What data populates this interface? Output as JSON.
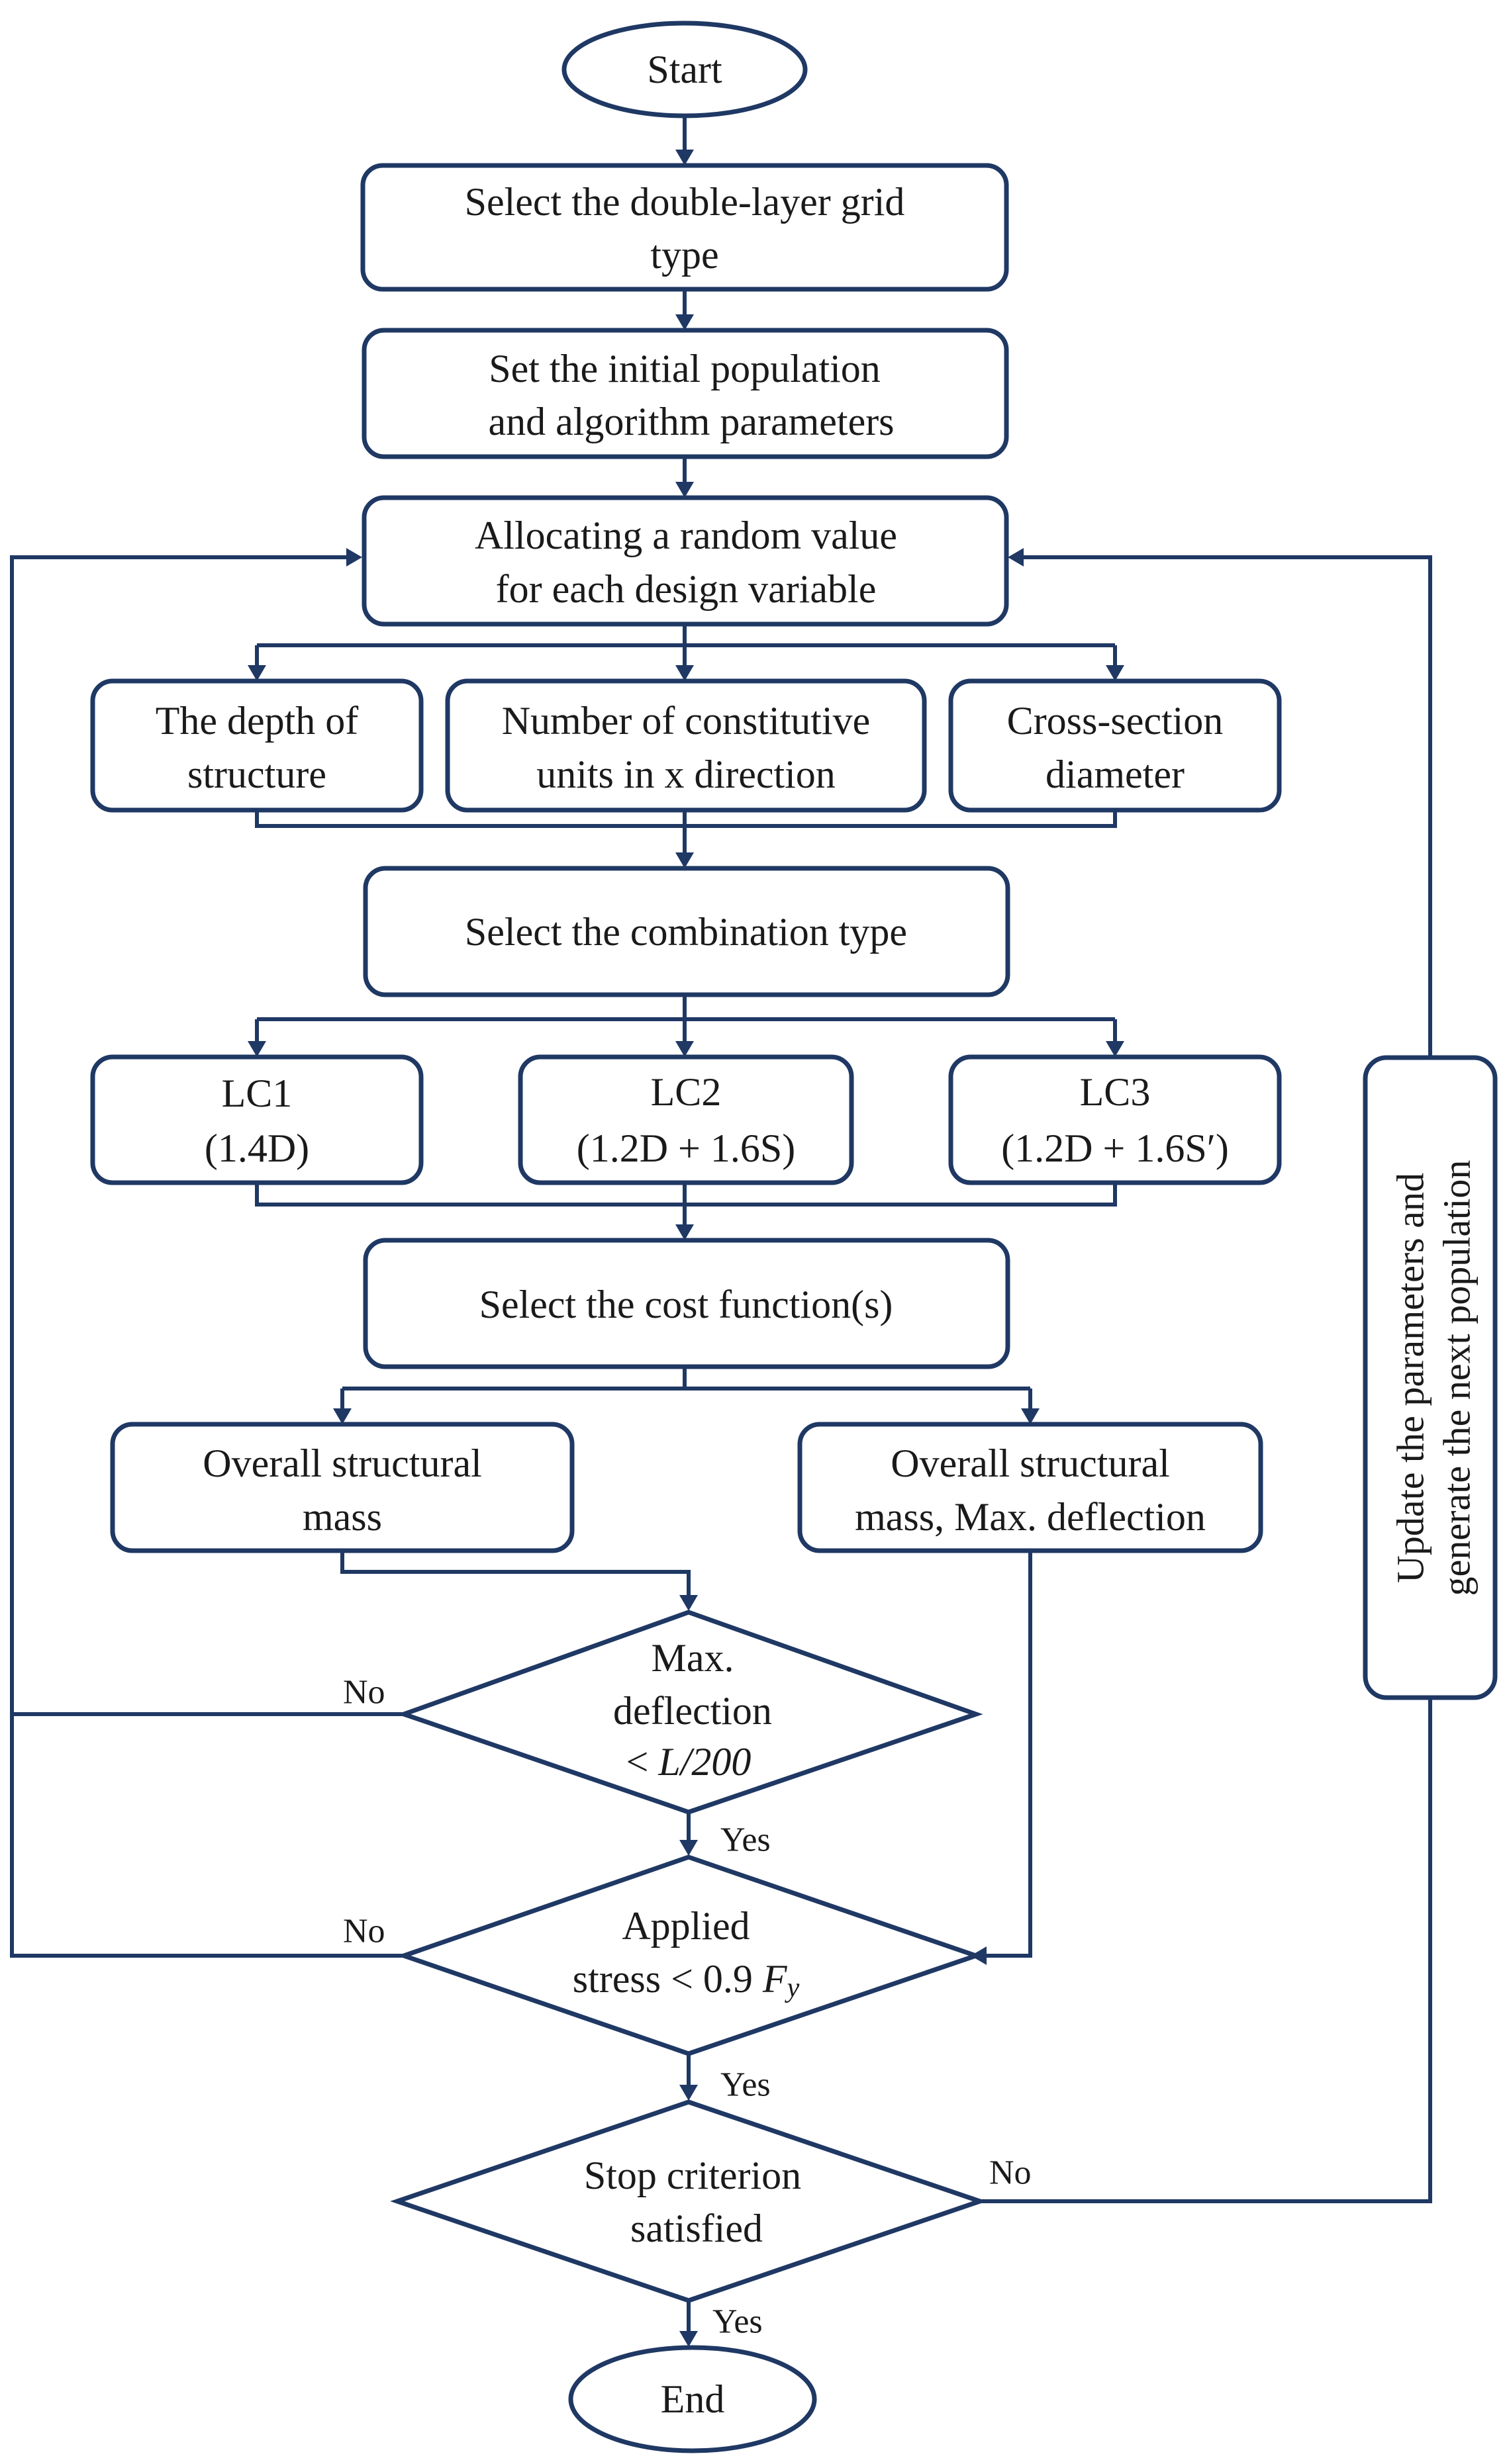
{
  "nodes": {
    "start": {
      "line1": "Start"
    },
    "select_grid": {
      "line1": "Select the double-layer grid",
      "line2": "type"
    },
    "set_population": {
      "line1": "Set the initial population",
      "line2": "and algorithm parameters"
    },
    "allocate": {
      "line1": "Allocating a random value",
      "line2": "for each design variable"
    },
    "depth": {
      "line1": "The depth of",
      "line2": "structure"
    },
    "units": {
      "line1": "Number of constitutive",
      "line2": "units in x direction"
    },
    "cross_section": {
      "line1": "Cross-section",
      "line2": "diameter"
    },
    "combination": {
      "line1": "Select the combination type"
    },
    "lc1": {
      "line1": "LC1",
      "line2": "(1.4D)"
    },
    "lc2": {
      "line1": "LC2",
      "line2": "(1.2D + 1.6S)"
    },
    "lc3": {
      "line1": "LC3",
      "line2": "(1.2D + 1.6S′)"
    },
    "cost_function": {
      "line1": "Select the cost function(s)"
    },
    "mass": {
      "line1": "Overall structural",
      "line2": "mass"
    },
    "mass_deflection": {
      "line1": "Overall structural",
      "line2": "mass, Max. deflection"
    },
    "deflection_check": {
      "line1": "Max.",
      "line2": "deflection",
      "line3_prefix": "< ",
      "line3_math": "L/200"
    },
    "stress_check": {
      "line1": "Applied",
      "line2_prefix": "stress < 0.9 ",
      "line2_math": "F",
      "line2_sub": "y"
    },
    "stop_check": {
      "line1": "Stop criterion",
      "line2": "satisfied"
    },
    "update": {
      "line1": "Update the parameters and",
      "line2": "generate the next population"
    },
    "end": {
      "line1": "End"
    }
  },
  "edge_labels": {
    "deflection_no": "No",
    "deflection_yes": "Yes",
    "stress_no": "No",
    "stress_yes": "Yes",
    "stop_no": "No",
    "stop_yes": "Yes"
  }
}
